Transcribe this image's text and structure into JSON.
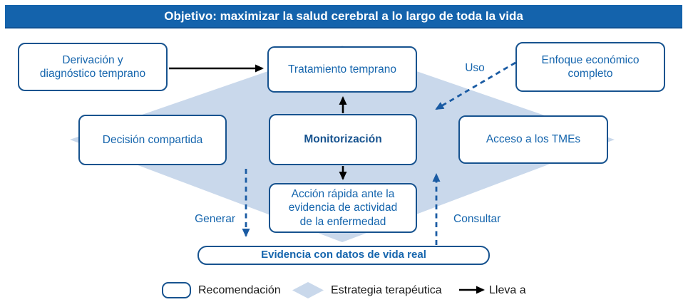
{
  "header": {
    "title": "Objetivo: maximizar la salud cerebral a lo largo de toda la vida"
  },
  "boxes": {
    "derivacion": {
      "lines": [
        "Derivación y",
        "diagnóstico temprano"
      ]
    },
    "tratamiento": {
      "lines": [
        "Tratamiento temprano"
      ]
    },
    "enfoque": {
      "lines": [
        "Enfoque económico",
        "completo"
      ]
    },
    "decision": {
      "lines": [
        "Decisión compartida"
      ]
    },
    "monitorizacion": {
      "lines": [
        "Monitorización"
      ]
    },
    "acceso": {
      "lines": [
        "Acceso a los TMEs"
      ]
    },
    "accion": {
      "lines": [
        "Acción rápida ante la",
        "evidencia de actividad",
        "de la enfermedad"
      ]
    },
    "evidencia": {
      "lines": [
        "Evidencia con datos de vida real"
      ]
    }
  },
  "flow_labels": {
    "uso": "Uso",
    "generar": "Generar",
    "consultar": "Consultar"
  },
  "legend": {
    "recommendation": "Recomendación",
    "strategy": "Estrategia terapéutica",
    "leads_to": "Lleva a"
  },
  "colors": {
    "header_bg": "#1463AC",
    "box_border": "#17538F",
    "box_text": "#1565AD",
    "diamond_fill": "#C9D8EB",
    "dashed_arrow_blue": "#1A5BA3",
    "black_arrow": "#000000",
    "legend_text": "#1A1A1A"
  }
}
